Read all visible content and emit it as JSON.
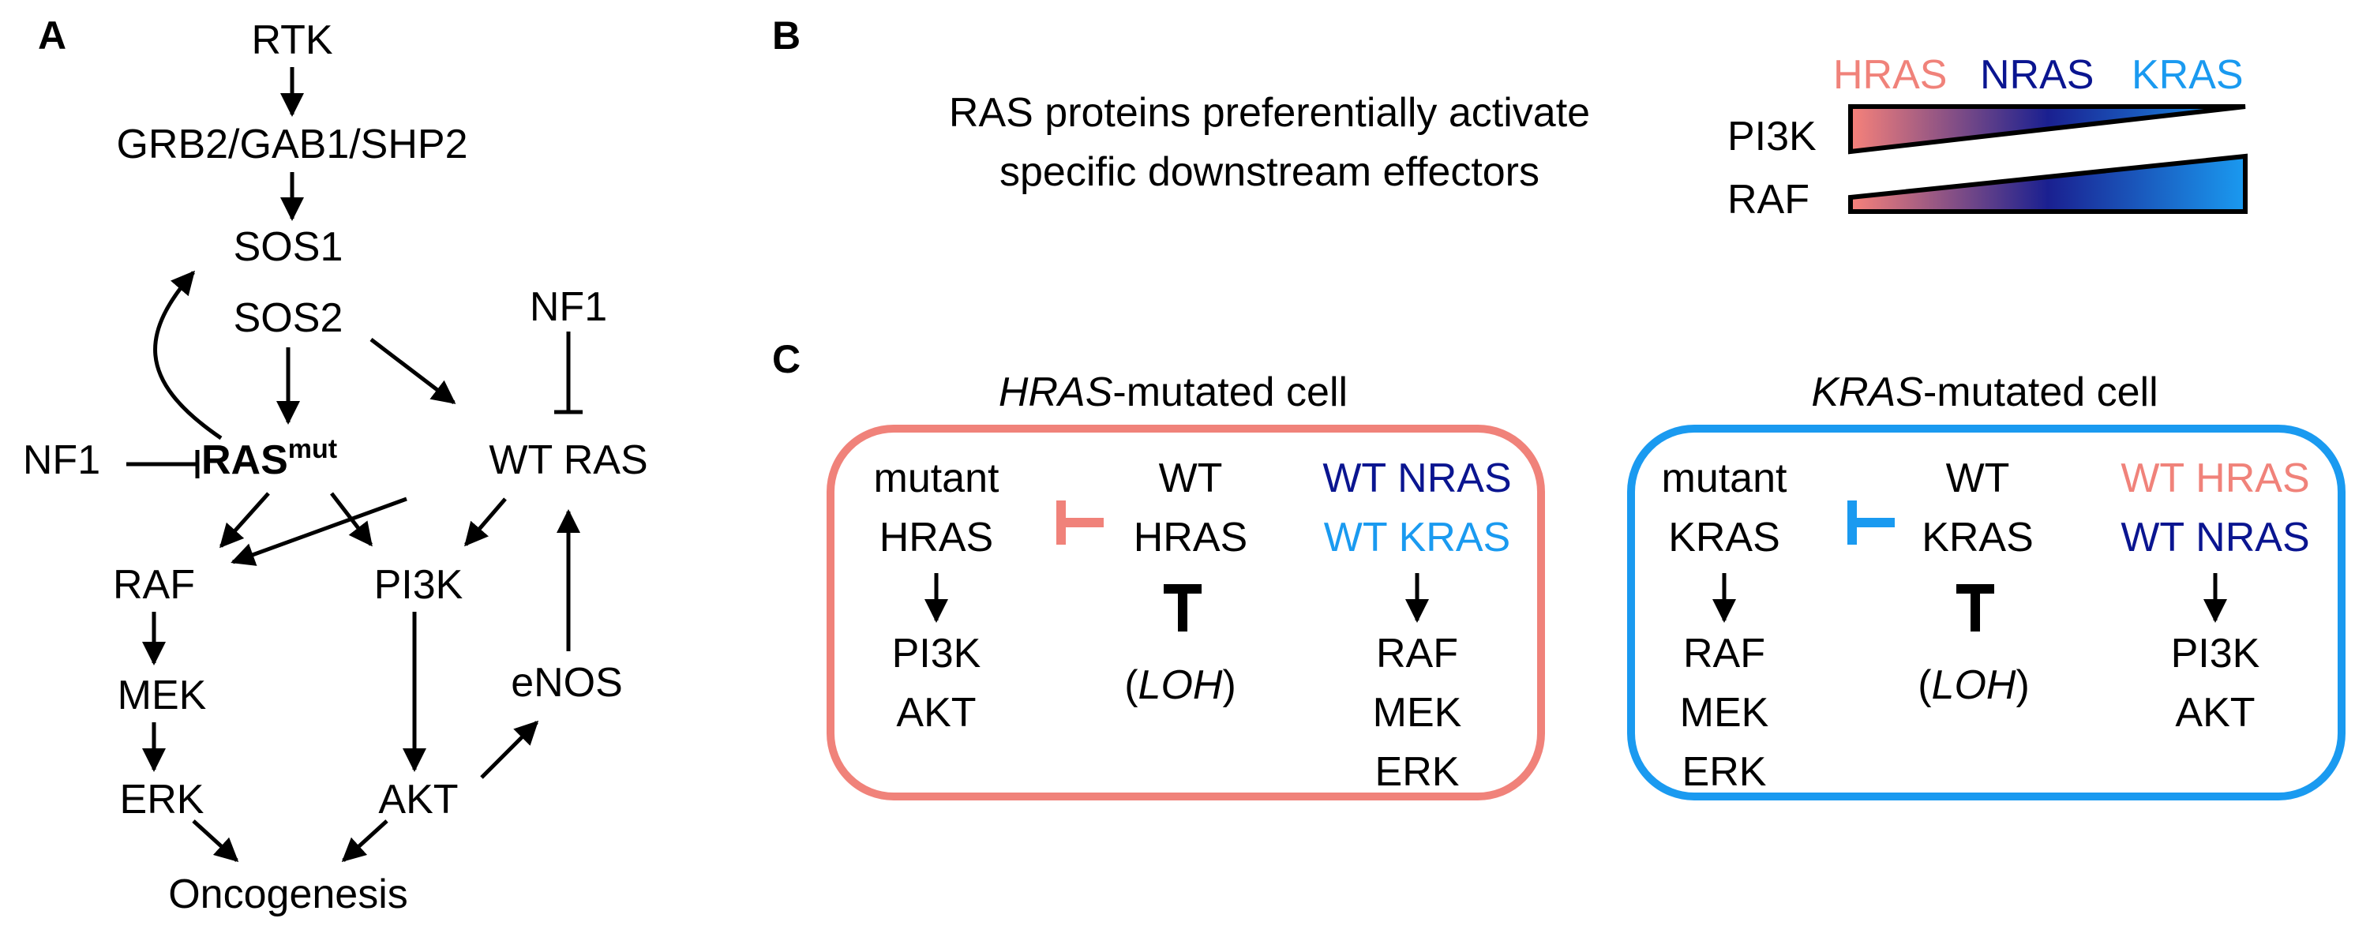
{
  "colors": {
    "hras": "#f0827a",
    "nras": "#0a1590",
    "kras": "#1a9af0",
    "black": "#000000"
  },
  "panel_a": {
    "letter": "A",
    "rtk": "RTK",
    "grb2": "GRB2/GAB1/SHP2",
    "sos1": "SOS1",
    "sos2": "SOS2",
    "nf1_top": "NF1",
    "nf1_left": "NF1",
    "ras_mut_base": "RAS",
    "ras_mut_sup": "mut",
    "wt_ras": "WT RAS",
    "raf": "RAF",
    "pi3k": "PI3K",
    "mek": "MEK",
    "enos": "eNOS",
    "erk": "ERK",
    "akt": "AKT",
    "oncogenesis": "Oncogenesis"
  },
  "panel_b": {
    "letter": "B",
    "text_line1": "RAS proteins preferentially activate",
    "text_line2": "specific downstream effectors",
    "legend_hras": "HRAS",
    "legend_nras": "NRAS",
    "legend_kras": "KRAS",
    "row1": "PI3K",
    "row2": "RAF"
  },
  "panel_c": {
    "letter": "C",
    "hras_cell": {
      "title_italic": "HRAS",
      "title_rest": "-mutated cell",
      "mutant_line1": "mutant",
      "mutant_line2": "HRAS",
      "wt_line1": "WT",
      "wt_line2": "HRAS",
      "other1_wt": "WT",
      "other1_gene": "NRAS",
      "other2_wt": "WT",
      "other2_gene": "KRAS",
      "effectors_left": [
        "PI3K",
        "AKT"
      ],
      "loh_open": "(",
      "loh": "LOH",
      "loh_close": ")",
      "effectors_right": [
        "RAF",
        "MEK",
        "ERK"
      ]
    },
    "kras_cell": {
      "title_italic": "KRAS",
      "title_rest": "-mutated cell",
      "mutant_line1": "mutant",
      "mutant_line2": "KRAS",
      "wt_line1": "WT",
      "wt_line2": "KRAS",
      "other1_wt": "WT",
      "other1_gene": "HRAS",
      "other2_wt": "WT",
      "other2_gene": "NRAS",
      "effectors_left": [
        "RAF",
        "MEK",
        "ERK"
      ],
      "loh_open": "(",
      "loh": "LOH",
      "loh_close": ")",
      "effectors_right": [
        "PI3K",
        "AKT"
      ]
    }
  }
}
